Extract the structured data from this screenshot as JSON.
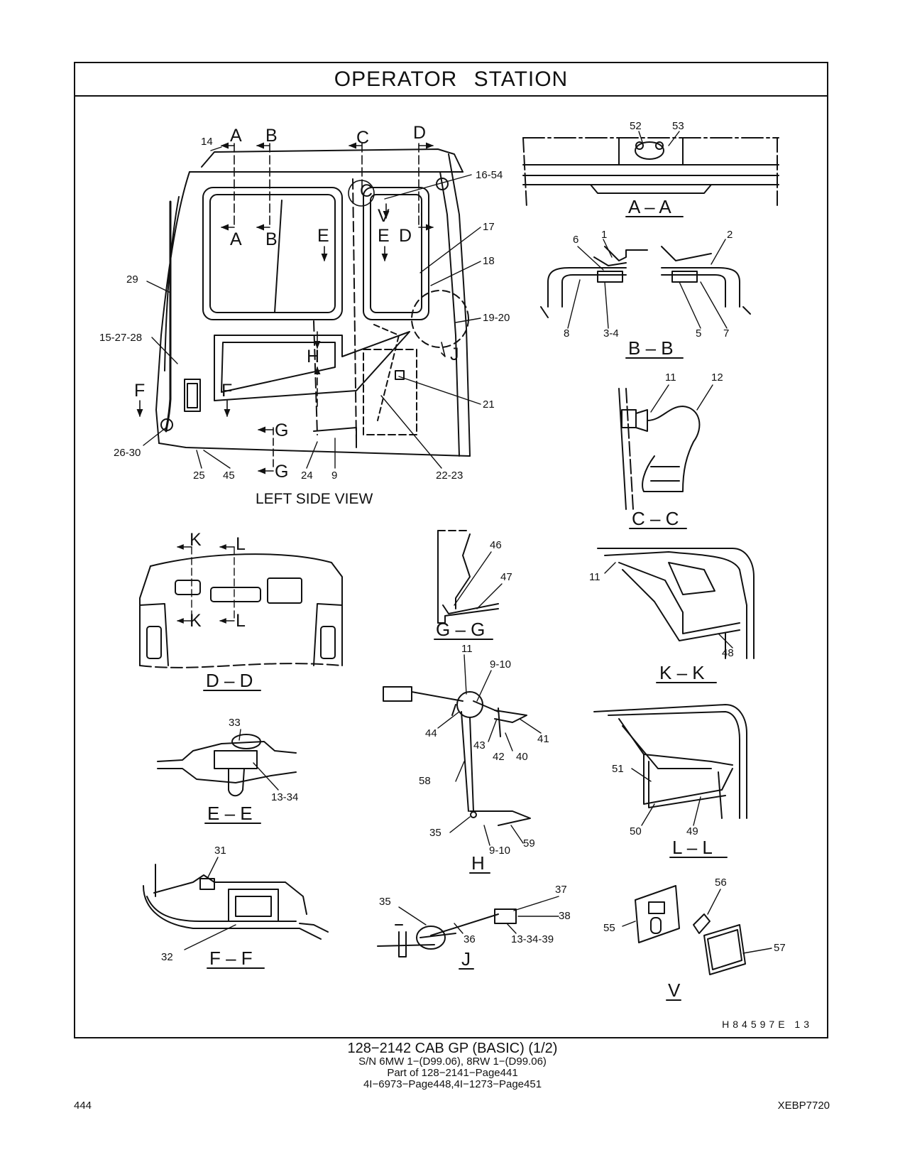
{
  "title": "OPERATOR   STATION",
  "main_view": {
    "caption": "LEFT SIDE VIEW",
    "section_letters": [
      "A",
      "B",
      "C",
      "D",
      "A",
      "B",
      "E",
      "E",
      "D",
      "C",
      "V",
      "H",
      "J",
      "F",
      "F",
      "G",
      "G"
    ],
    "callouts": [
      "14",
      "16-54",
      "17",
      "18",
      "19-20",
      "29",
      "15-27-28",
      "21",
      "26-30",
      "25",
      "45",
      "24",
      "9",
      "22-23"
    ]
  },
  "sections": {
    "aa": {
      "caption": "A – A",
      "callouts": [
        "52",
        "53"
      ]
    },
    "bb": {
      "caption": "B – B",
      "callouts": [
        "6",
        "1",
        "2",
        "8",
        "3-4",
        "5",
        "7"
      ]
    },
    "cc": {
      "caption": "C – C",
      "callouts": [
        "11",
        "12"
      ]
    },
    "dd": {
      "caption": "D – D",
      "section_letters": [
        "K",
        "L",
        "K",
        "L"
      ]
    },
    "gg": {
      "caption": "G – G",
      "callouts": [
        "46",
        "47"
      ]
    },
    "kk": {
      "caption": "K – K",
      "callouts": [
        "11",
        "48"
      ]
    },
    "ee": {
      "caption": "E – E",
      "callouts": [
        "33",
        "13-34"
      ]
    },
    "h": {
      "caption": "H",
      "callouts": [
        "11",
        "9-10",
        "44",
        "43",
        "41",
        "42",
        "40",
        "58",
        "35",
        "9-10",
        "59"
      ]
    },
    "ll": {
      "caption": "L – L",
      "callouts": [
        "51",
        "50",
        "49"
      ]
    },
    "ff": {
      "caption": "F – F",
      "callouts": [
        "31",
        "32"
      ]
    },
    "j": {
      "caption": "J",
      "callouts": [
        "37",
        "35",
        "38",
        "36",
        "13-34-39"
      ]
    },
    "v": {
      "caption": "V",
      "callouts": [
        "56",
        "55",
        "57"
      ]
    }
  },
  "illustration_code": "H84597E   13",
  "caption": {
    "main": "128−2142   CAB  GP (BASIC) (1/2)",
    "line2": "S/N 6MW 1−(D99.06), 8RW 1−(D99.06)",
    "line3": "Part of 128−2141−Page441",
    "line4": "4I−6973−Page448,4I−1273−Page451"
  },
  "page_number": "444",
  "document_id": "XEBP7720"
}
